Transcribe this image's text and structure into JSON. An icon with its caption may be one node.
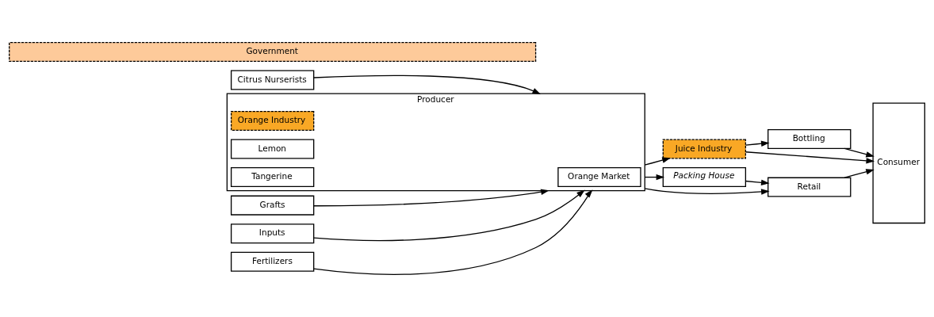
{
  "diagram": {
    "nodes": [
      {
        "text": [
          "Citrus Nurserists"
        ]
      },
      {
        "text": [
          "Grafts"
        ]
      },
      {
        "text": [
          "Inputs"
        ]
      },
      {
        "text": [
          "Fertilizers"
        ]
      },
      {
        "text": [
          "Producer"
        ]
      },
      {
        "text": [
          "Orange Industry"
        ],
        "in": 4
      },
      {
        "text": [
          "Orange Market"
        ],
        "in": 4
      },
      {
        "text": [
          "Lemon"
        ],
        "in": 4
      },
      {
        "text": [
          "Tangerine"
        ],
        "in": 4
      },
      {
        "text": [
          "Juice Industry"
        ]
      },
      {
        "text": [
          "Bottling"
        ]
      },
      {
        "text": [
          "Packing House"
        ]
      },
      {
        "text": [
          "Retail"
        ]
      },
      {
        "text": [
          "Consumer"
        ]
      },
      {
        "text": [
          "Government"
        ]
      }
    ],
    "edges": [
      {
        "from": 0,
        "to": 4,
        "arrow": "to"
      },
      {
        "from": 1,
        "to": 4,
        "arrow": "to"
      },
      {
        "from": 2,
        "to": 4,
        "arrow": "to"
      },
      {
        "from": 3,
        "to": 4,
        "arrow": "to"
      },
      {
        "from": 4,
        "to": 9,
        "arrow": "to"
      },
      {
        "from": 4,
        "to": 11,
        "arrow": "to"
      },
      {
        "from": 4,
        "to": 12,
        "arrow": "to"
      },
      {
        "from": 9,
        "to": 10,
        "arrow": "to"
      },
      {
        "from": 11,
        "to": 12,
        "arrow": "to"
      },
      {
        "from": 9,
        "to": 13,
        "arrow": "to"
      },
      {
        "from": 10,
        "to": 13,
        "arrow": "to"
      },
      {
        "from": 12,
        "to": 13,
        "arrow": "to"
      }
    ]
  }
}
